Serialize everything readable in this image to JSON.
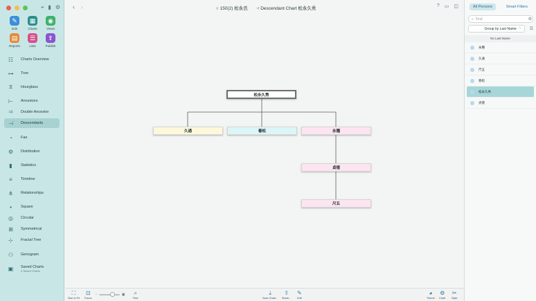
{
  "sidebar": {
    "top_icons": [
      "tag-icon",
      "bookmark-icon",
      "settings-icon"
    ],
    "launch": [
      {
        "label": "Edit",
        "icon": "pencil-icon",
        "color": "#3a8fd8",
        "glyph": "✎"
      },
      {
        "label": "Charts",
        "icon": "charts-icon",
        "color": "#2a8f8a",
        "glyph": "▦"
      },
      {
        "label": "Views",
        "icon": "eye-icon",
        "color": "#3ab26a",
        "glyph": "◉"
      },
      {
        "label": "Reports",
        "icon": "reports-icon",
        "color": "#e58a3a",
        "glyph": "▤"
      },
      {
        "label": "Lists",
        "icon": "lists-icon",
        "color": "#d64f8a",
        "glyph": "☰"
      },
      {
        "label": "Publish",
        "icon": "publish-icon",
        "color": "#8a55d0",
        "glyph": "⇪"
      }
    ],
    "nav": [
      {
        "label": "Charts Overview",
        "icon": "charts-overview-icon",
        "glyph": "☷"
      },
      {
        "label": "Tree",
        "icon": "tree-icon",
        "glyph": "⊶"
      },
      {
        "label": "Hourglass",
        "icon": "hourglass-icon",
        "glyph": "⧖"
      },
      {
        "label": "Ancestors",
        "icon": "ancestors-icon",
        "glyph": "⊢"
      },
      {
        "label": "Double Ancestor",
        "icon": "double-ancestor-icon",
        "glyph": "⫤"
      },
      {
        "label": "Descendants",
        "icon": "descendants-icon",
        "glyph": "⊣",
        "active": true
      },
      {
        "label": "Fan",
        "icon": "fan-icon",
        "glyph": "◔"
      },
      {
        "label": "Distribution",
        "icon": "distribution-icon",
        "glyph": "⚙"
      },
      {
        "label": "Statistics",
        "icon": "statistics-icon",
        "glyph": "▮"
      },
      {
        "label": "Timeline",
        "icon": "timeline-icon",
        "glyph": "≡"
      },
      {
        "label": "Relationships",
        "icon": "relationships-icon",
        "glyph": "⋔"
      },
      {
        "label": "Square",
        "icon": "square-icon",
        "glyph": "▪"
      },
      {
        "label": "Circular",
        "icon": "circular-icon",
        "glyph": "◎"
      },
      {
        "label": "Symmetrical",
        "icon": "symmetrical-icon",
        "glyph": "⊞"
      },
      {
        "label": "Fractal Tree",
        "icon": "fractal-tree-icon",
        "glyph": "⊹"
      },
      {
        "label": "Genogram",
        "icon": "genogram-icon",
        "glyph": "⚇"
      },
      {
        "label": "Saved Charts",
        "icon": "saved-charts-icon",
        "glyph": "▣",
        "sub": "0 Saved Charts"
      }
    ]
  },
  "toolbar": {
    "back_icon": "chevron-left-icon",
    "forward_icon": "chevron-right-icon",
    "title": "150(2) 松永氏",
    "document": "Descendant Chart 松永久秀",
    "right_icons": [
      "help-icon",
      "window-icon",
      "sidebar-icon"
    ]
  },
  "chart": {
    "nodes": [
      {
        "label": "松永久秀",
        "style": "root"
      },
      {
        "label": "久通",
        "style": "yellow"
      },
      {
        "label": "春松",
        "style": "cyan"
      },
      {
        "label": "永種",
        "style": "pink"
      },
      {
        "label": "貞徳",
        "style": "pink"
      },
      {
        "label": "尺五",
        "style": "pink"
      }
    ],
    "colors": {
      "yellow": "#fdf8dc",
      "cyan": "#dcf6f8",
      "pink": "#fde4f1",
      "line": "#5a5a5a"
    }
  },
  "bottombar": {
    "size_to_fit": "Size to Fit",
    "focus": "Focus",
    "find": "Find",
    "zoom_level": 0.65,
    "save_chart": "Save Chart...",
    "share": "Share...",
    "edit": "Edit",
    "theme": "Theme",
    "chart": "Chart",
    "style": "Style"
  },
  "rpanel": {
    "tabs": [
      "All Persons",
      "Smart Filters"
    ],
    "search_placeholder": "Find",
    "group_by": "Group by Last Name",
    "section": "No Last Name",
    "persons": [
      {
        "name": "永種",
        "active": false
      },
      {
        "name": "久通",
        "active": false
      },
      {
        "name": "尺五",
        "active": false
      },
      {
        "name": "春松",
        "active": false
      },
      {
        "name": "松永久秀",
        "active": true
      },
      {
        "name": "貞徳",
        "active": false
      }
    ]
  }
}
